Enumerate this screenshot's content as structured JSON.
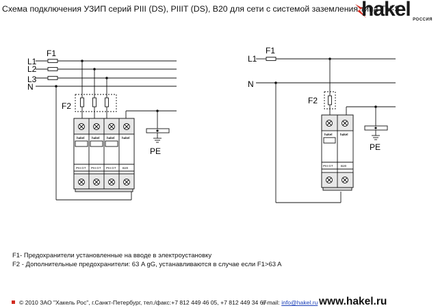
{
  "title": "Схема подключения  УЗИП серий PIII (DS), PIIIT (DS), B20  для сети с системой заземления типа TN-S",
  "logo": {
    "name": "hakel",
    "subtitle": "РОССИЯ",
    "icon": "lightning-bolt-icon",
    "accent": "#d12b1f"
  },
  "left_diagram": {
    "lines": [
      "L1",
      "L2",
      "L3",
      "N"
    ],
    "fuse_main": "F1",
    "fuse_extra": "F2",
    "pe": "PE",
    "module_labels": [
      "PIII GT",
      "PIII GT",
      "PIII GT",
      "B20"
    ],
    "module_brand": "hakel"
  },
  "right_diagram": {
    "lines": [
      "L1",
      "N"
    ],
    "fuse_main": "F1",
    "fuse_extra": "F2",
    "pe": "PE",
    "module_labels": [
      "PIII GT",
      "B20"
    ],
    "module_brand": "hakel"
  },
  "notes": {
    "f1": "F1- Предохранители установленные на вводе в электроустановку",
    "f2": "F2 - Дополнительные предохранители: 63 A gG, устанавливаются в случае если F1>63 A"
  },
  "footer": {
    "copyright": "© 2010 ЗАО \"Хакель Рос\", г.Санкт-Петербург, тел./факс:+7 812 449 46 05, +7 812 449 34 67",
    "email_label": "e-mail:",
    "email": "info@hakel.ru",
    "website": "www.hakel.ru",
    "accent": "#d12b1f"
  }
}
